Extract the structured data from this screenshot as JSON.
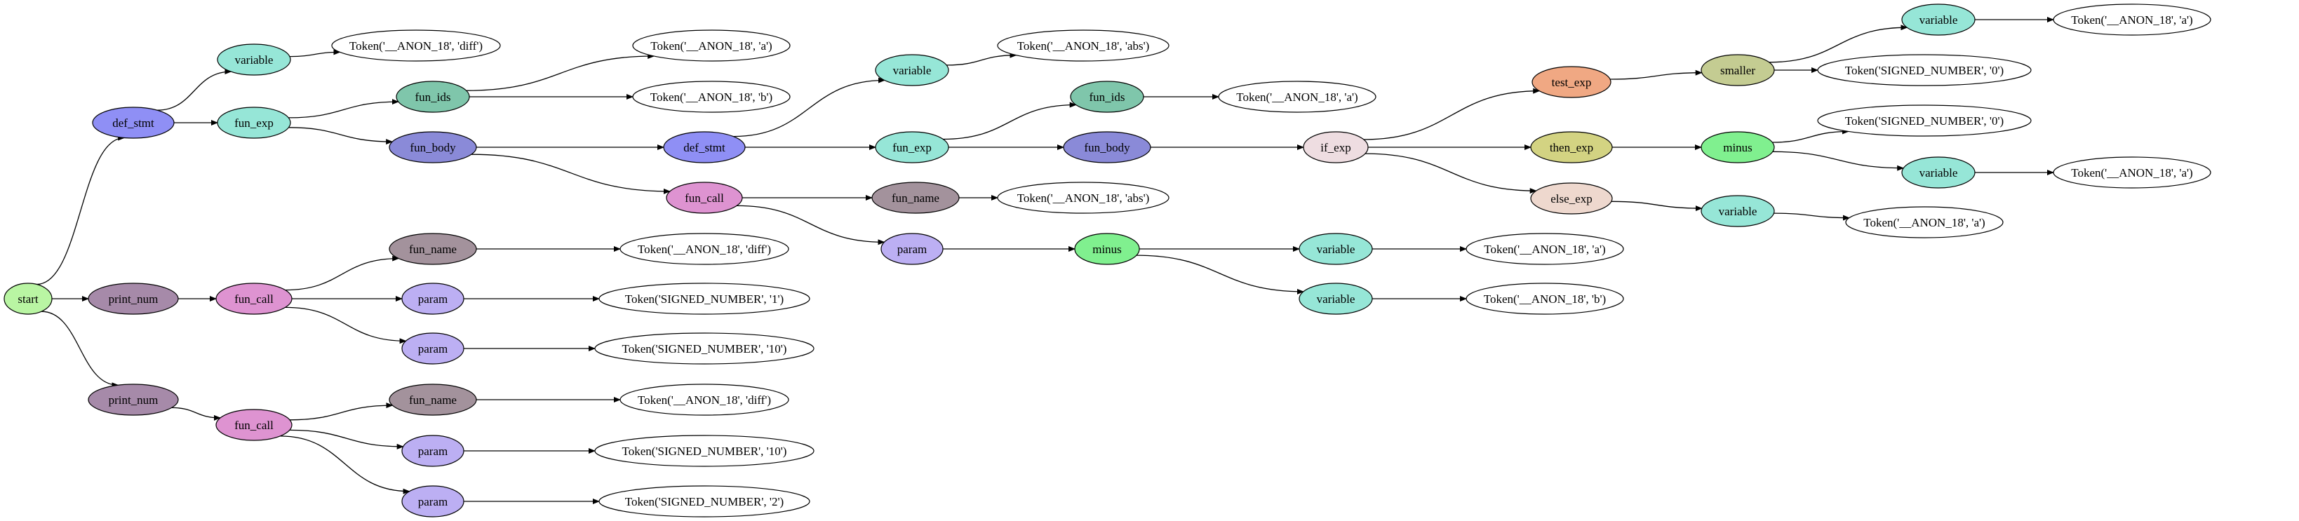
{
  "colors": {
    "start": "#b9f5a3",
    "def_stmt": "#8f8ff5",
    "variable": "#96e6d7",
    "fun_exp": "#96e6d7",
    "fun_ids": "#7fc6ab",
    "fun_body": "#8a8ad8",
    "fun_call": "#de93d1",
    "fun_name": "#a3929c",
    "param": "#bcaff3",
    "print_num": "#a68aa9",
    "minus": "#80f08f",
    "if_exp": "#eedde1",
    "test_exp": "#f0a883",
    "then_exp": "#d3d382",
    "else_exp": "#eed8ce",
    "smaller": "#c4cc92",
    "token": "#ffffff"
  },
  "nodes": [
    {
      "id": "n_start",
      "label": "start",
      "kind": "start"
    },
    {
      "id": "n_def1",
      "label": "def_stmt",
      "kind": "def_stmt"
    },
    {
      "id": "n_var_diff",
      "label": "variable",
      "kind": "variable"
    },
    {
      "id": "n_tok_diff1",
      "label": "Token('__ANON_18', 'diff')",
      "kind": "token"
    },
    {
      "id": "n_funexp1",
      "label": "fun_exp",
      "kind": "fun_exp"
    },
    {
      "id": "n_funids1",
      "label": "fun_ids",
      "kind": "fun_ids"
    },
    {
      "id": "n_tok_a1",
      "label": "Token('__ANON_18', 'a')",
      "kind": "token"
    },
    {
      "id": "n_tok_b1",
      "label": "Token('__ANON_18', 'b')",
      "kind": "token"
    },
    {
      "id": "n_funbody1",
      "label": "fun_body",
      "kind": "fun_body"
    },
    {
      "id": "n_def2",
      "label": "def_stmt",
      "kind": "def_stmt"
    },
    {
      "id": "n_var_abs",
      "label": "variable",
      "kind": "variable"
    },
    {
      "id": "n_tok_abs1",
      "label": "Token('__ANON_18', 'abs')",
      "kind": "token"
    },
    {
      "id": "n_funexp2",
      "label": "fun_exp",
      "kind": "fun_exp"
    },
    {
      "id": "n_funids2",
      "label": "fun_ids",
      "kind": "fun_ids"
    },
    {
      "id": "n_tok_a2",
      "label": "Token('__ANON_18', 'a')",
      "kind": "token"
    },
    {
      "id": "n_funbody2",
      "label": "fun_body",
      "kind": "fun_body"
    },
    {
      "id": "n_ifexp",
      "label": "if_exp",
      "kind": "if_exp"
    },
    {
      "id": "n_testexp",
      "label": "test_exp",
      "kind": "test_exp"
    },
    {
      "id": "n_smaller",
      "label": "smaller",
      "kind": "smaller"
    },
    {
      "id": "n_var_a3",
      "label": "variable",
      "kind": "variable"
    },
    {
      "id": "n_tok_a3",
      "label": "Token('__ANON_18', 'a')",
      "kind": "token"
    },
    {
      "id": "n_tok_0a",
      "label": "Token('SIGNED_NUMBER', '0')",
      "kind": "token"
    },
    {
      "id": "n_thenexp",
      "label": "then_exp",
      "kind": "then_exp"
    },
    {
      "id": "n_minus1",
      "label": "minus",
      "kind": "minus"
    },
    {
      "id": "n_tok_0b",
      "label": "Token('SIGNED_NUMBER', '0')",
      "kind": "token"
    },
    {
      "id": "n_var_a4",
      "label": "variable",
      "kind": "variable"
    },
    {
      "id": "n_tok_a4",
      "label": "Token('__ANON_18', 'a')",
      "kind": "token"
    },
    {
      "id": "n_elseexp",
      "label": "else_exp",
      "kind": "else_exp"
    },
    {
      "id": "n_var_a5",
      "label": "variable",
      "kind": "variable"
    },
    {
      "id": "n_tok_a5",
      "label": "Token('__ANON_18', 'a')",
      "kind": "token"
    },
    {
      "id": "n_funcall1",
      "label": "fun_call",
      "kind": "fun_call"
    },
    {
      "id": "n_funname1",
      "label": "fun_name",
      "kind": "fun_name"
    },
    {
      "id": "n_tok_abs2",
      "label": "Token('__ANON_18', 'abs')",
      "kind": "token"
    },
    {
      "id": "n_param1",
      "label": "param",
      "kind": "param"
    },
    {
      "id": "n_minus2",
      "label": "minus",
      "kind": "minus"
    },
    {
      "id": "n_var_a6",
      "label": "variable",
      "kind": "variable"
    },
    {
      "id": "n_tok_a6",
      "label": "Token('__ANON_18', 'a')",
      "kind": "token"
    },
    {
      "id": "n_var_b2",
      "label": "variable",
      "kind": "variable"
    },
    {
      "id": "n_tok_b2",
      "label": "Token('__ANON_18', 'b')",
      "kind": "token"
    },
    {
      "id": "n_print1",
      "label": "print_num",
      "kind": "print_num"
    },
    {
      "id": "n_funcall2",
      "label": "fun_call",
      "kind": "fun_call"
    },
    {
      "id": "n_funname2",
      "label": "fun_name",
      "kind": "fun_name"
    },
    {
      "id": "n_tok_diff2",
      "label": "Token('__ANON_18', 'diff')",
      "kind": "token"
    },
    {
      "id": "n_param2",
      "label": "param",
      "kind": "param"
    },
    {
      "id": "n_tok_1",
      "label": "Token('SIGNED_NUMBER', '1')",
      "kind": "token"
    },
    {
      "id": "n_param3",
      "label": "param",
      "kind": "param"
    },
    {
      "id": "n_tok_10a",
      "label": "Token('SIGNED_NUMBER', '10')",
      "kind": "token"
    },
    {
      "id": "n_print2",
      "label": "print_num",
      "kind": "print_num"
    },
    {
      "id": "n_funcall3",
      "label": "fun_call",
      "kind": "fun_call"
    },
    {
      "id": "n_funname3",
      "label": "fun_name",
      "kind": "fun_name"
    },
    {
      "id": "n_tok_diff3",
      "label": "Token('__ANON_18', 'diff')",
      "kind": "token"
    },
    {
      "id": "n_param4",
      "label": "param",
      "kind": "param"
    },
    {
      "id": "n_tok_10b",
      "label": "Token('SIGNED_NUMBER', '10')",
      "kind": "token"
    },
    {
      "id": "n_param5",
      "label": "param",
      "kind": "param"
    },
    {
      "id": "n_tok_2",
      "label": "Token('SIGNED_NUMBER', '2')",
      "kind": "token"
    }
  ],
  "edges": [
    [
      "n_start",
      "n_def1"
    ],
    [
      "n_start",
      "n_print1"
    ],
    [
      "n_start",
      "n_print2"
    ],
    [
      "n_def1",
      "n_var_diff"
    ],
    [
      "n_var_diff",
      "n_tok_diff1"
    ],
    [
      "n_def1",
      "n_funexp1"
    ],
    [
      "n_funexp1",
      "n_funids1"
    ],
    [
      "n_funids1",
      "n_tok_a1"
    ],
    [
      "n_funids1",
      "n_tok_b1"
    ],
    [
      "n_funexp1",
      "n_funbody1"
    ],
    [
      "n_funbody1",
      "n_def2"
    ],
    [
      "n_funbody1",
      "n_funcall1"
    ],
    [
      "n_def2",
      "n_var_abs"
    ],
    [
      "n_var_abs",
      "n_tok_abs1"
    ],
    [
      "n_def2",
      "n_funexp2"
    ],
    [
      "n_funexp2",
      "n_funids2"
    ],
    [
      "n_funids2",
      "n_tok_a2"
    ],
    [
      "n_funexp2",
      "n_funbody2"
    ],
    [
      "n_funbody2",
      "n_ifexp"
    ],
    [
      "n_ifexp",
      "n_testexp"
    ],
    [
      "n_ifexp",
      "n_thenexp"
    ],
    [
      "n_ifexp",
      "n_elseexp"
    ],
    [
      "n_testexp",
      "n_smaller"
    ],
    [
      "n_smaller",
      "n_var_a3"
    ],
    [
      "n_var_a3",
      "n_tok_a3"
    ],
    [
      "n_smaller",
      "n_tok_0a"
    ],
    [
      "n_thenexp",
      "n_minus1"
    ],
    [
      "n_minus1",
      "n_tok_0b"
    ],
    [
      "n_minus1",
      "n_var_a4"
    ],
    [
      "n_var_a4",
      "n_tok_a4"
    ],
    [
      "n_elseexp",
      "n_var_a5"
    ],
    [
      "n_var_a5",
      "n_tok_a5"
    ],
    [
      "n_funcall1",
      "n_funname1"
    ],
    [
      "n_funname1",
      "n_tok_abs2"
    ],
    [
      "n_funcall1",
      "n_param1"
    ],
    [
      "n_param1",
      "n_minus2"
    ],
    [
      "n_minus2",
      "n_var_a6"
    ],
    [
      "n_var_a6",
      "n_tok_a6"
    ],
    [
      "n_minus2",
      "n_var_b2"
    ],
    [
      "n_var_b2",
      "n_tok_b2"
    ],
    [
      "n_print1",
      "n_funcall2"
    ],
    [
      "n_funcall2",
      "n_funname2"
    ],
    [
      "n_funname2",
      "n_tok_diff2"
    ],
    [
      "n_funcall2",
      "n_param2"
    ],
    [
      "n_param2",
      "n_tok_1"
    ],
    [
      "n_funcall2",
      "n_param3"
    ],
    [
      "n_param3",
      "n_tok_10a"
    ],
    [
      "n_print2",
      "n_funcall3"
    ],
    [
      "n_funcall3",
      "n_funname3"
    ],
    [
      "n_funname3",
      "n_tok_diff3"
    ],
    [
      "n_funcall3",
      "n_param4"
    ],
    [
      "n_param4",
      "n_tok_10b"
    ],
    [
      "n_funcall3",
      "n_param5"
    ],
    [
      "n_param5",
      "n_tok_2"
    ]
  ]
}
